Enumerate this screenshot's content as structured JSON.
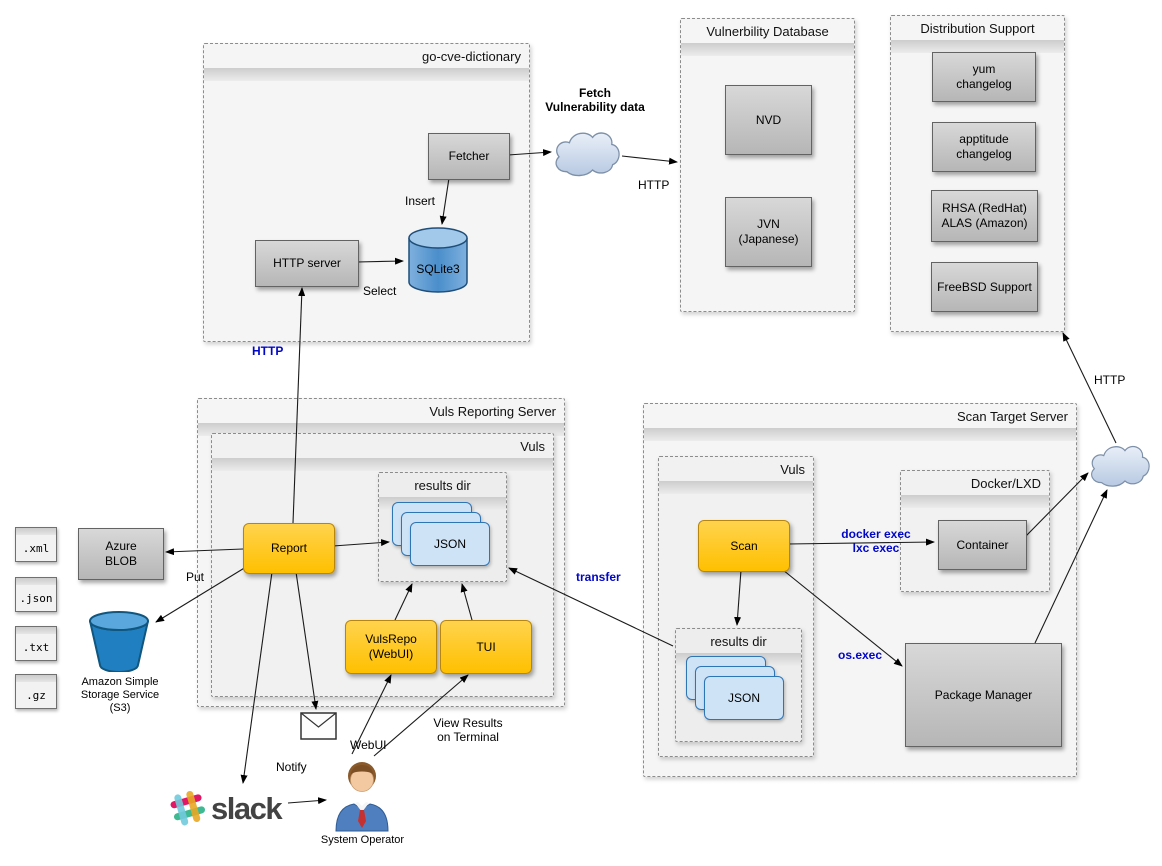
{
  "containers": {
    "go_cve_dictionary": "go-cve-dictionary",
    "vulnerability_database": "Vulnerbility Database",
    "distribution_support": "Distribution Support",
    "vuls_reporting_server": "Vuls Reporting Server",
    "reporting_vuls": "Vuls",
    "reporting_results_dir": "results dir",
    "scan_target_server": "Scan Target Server",
    "scan_vuls": "Vuls",
    "scan_results_dir": "results dir",
    "docker_lxd": "Docker/LXD"
  },
  "nodes": {
    "fetcher": "Fetcher",
    "http_server": "HTTP server",
    "sqlite3": "SQLite3",
    "nvd": "NVD",
    "jvn": "JVN\n(Japanese)",
    "yum_changelog": "yum\nchangelog",
    "apptitude_changelog": "apptitude\nchangelog",
    "rhsa_alas": "RHSA (RedHat)\nALAS (Amazon)",
    "freebsd_support": "FreeBSD Support",
    "report": "Report",
    "vulsrepo": "VulsRepo\n(WebUI)",
    "tui": "TUI",
    "scan": "Scan",
    "container": "Container",
    "package_manager": "Package Manager",
    "azure_blob": "Azure\nBLOB",
    "json": "JSON"
  },
  "labels": {
    "fetch_vuln_data": "Fetch\nVulnerability data",
    "http_fetch": "HTTP",
    "insert": "Insert",
    "select": "Select",
    "http_report": "HTTP",
    "put": "Put",
    "transfer": "transfer",
    "docker_exec": "docker exec\nlxc exec",
    "os_exec": "os.exec",
    "http_dist": "HTTP",
    "notify": "Notify",
    "webui": "WebUI",
    "view_results": "View Results\non Terminal",
    "system_operator": "System Operator",
    "s3": "Amazon Simple\nStorage Service\n(S3)",
    "slack": "slack"
  },
  "files": [
    ".xml",
    ".json",
    ".txt",
    ".gz"
  ],
  "colors": {
    "accent_yellow": "#FFC000",
    "node_gray": "#BFBFBF",
    "json_blue": "#CFE3F7",
    "edge_label_blue": "#0006C8",
    "database_blue": "#3D85C6",
    "bucket_blue": "#1F7FC0"
  }
}
